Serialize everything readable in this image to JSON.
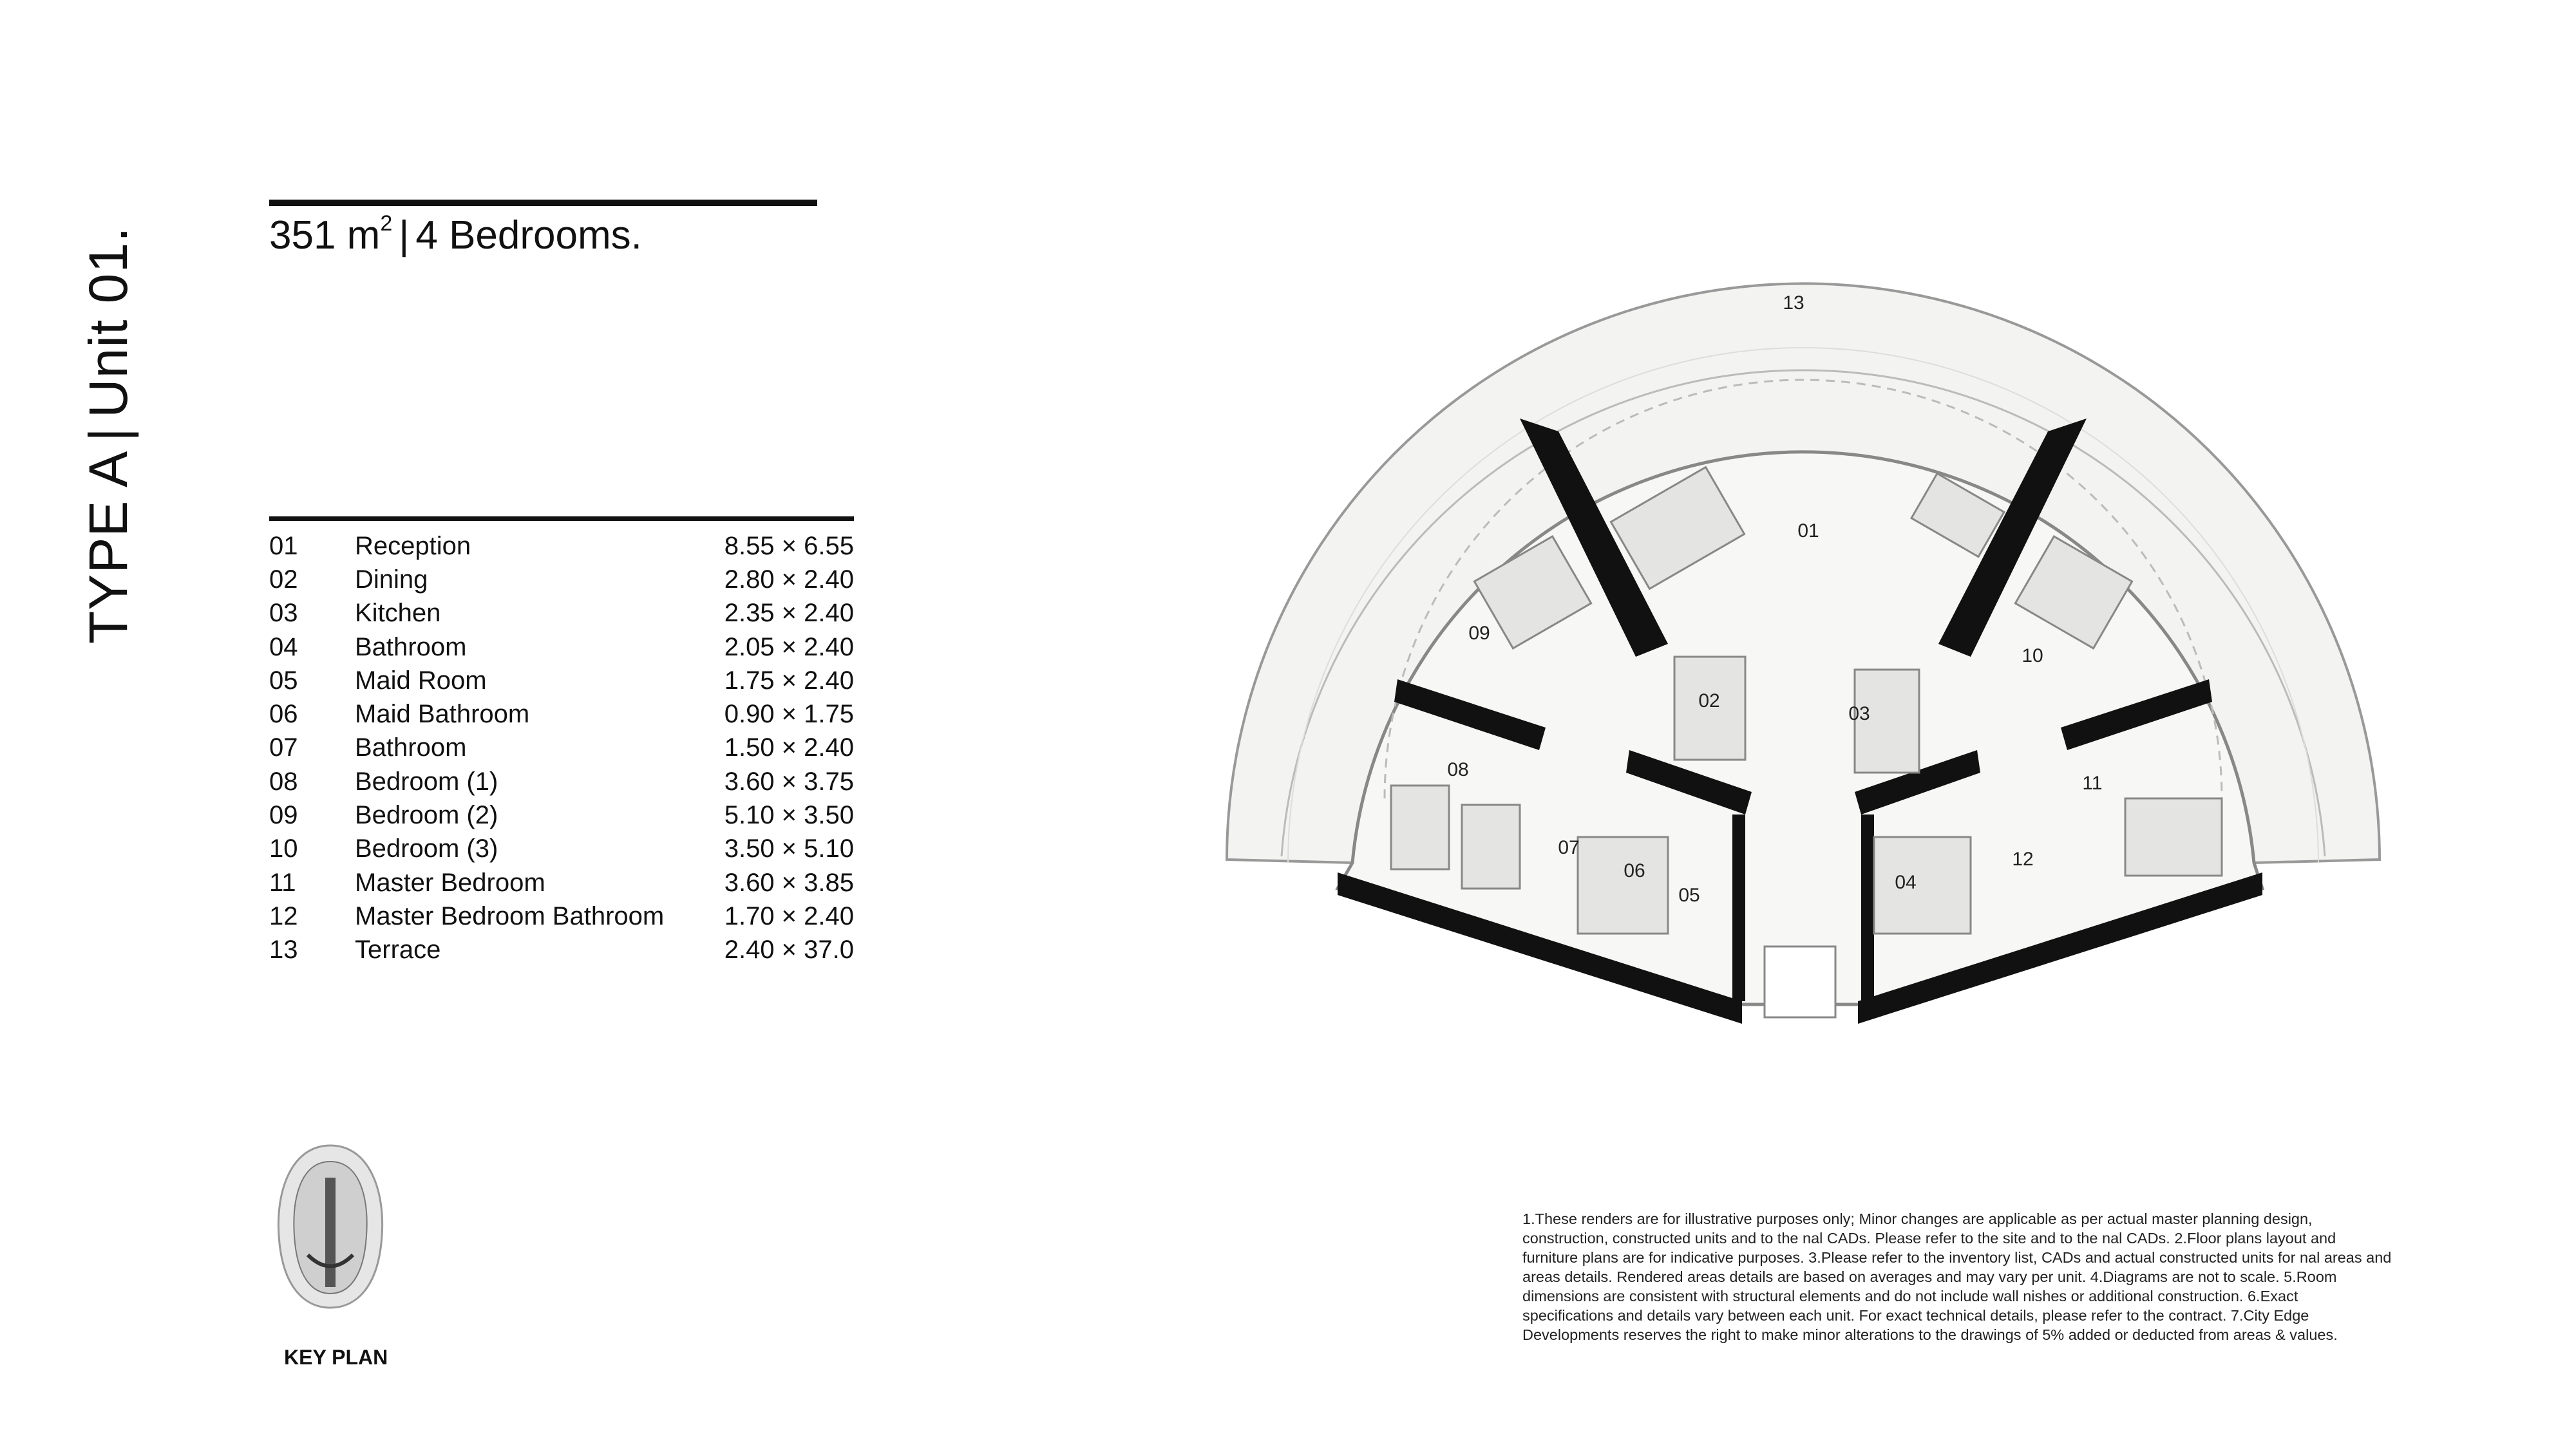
{
  "title": {
    "type": "TYPE A",
    "unit": "Unit 01."
  },
  "summary": {
    "area": "351 m",
    "area_sup": "2",
    "bedrooms": "4 Bedrooms."
  },
  "rooms": [
    {
      "num": "01",
      "name": "Reception",
      "dim": "8.55 × 6.55"
    },
    {
      "num": "02",
      "name": "Dining",
      "dim": "2.80 × 2.40"
    },
    {
      "num": "03",
      "name": "Kitchen",
      "dim": "2.35 × 2.40"
    },
    {
      "num": "04",
      "name": "Bathroom",
      "dim": "2.05 × 2.40"
    },
    {
      "num": "05",
      "name": "Maid Room",
      "dim": "1.75 × 2.40"
    },
    {
      "num": "06",
      "name": "Maid Bathroom",
      "dim": "0.90 × 1.75"
    },
    {
      "num": "07",
      "name": "Bathroom",
      "dim": "1.50 × 2.40"
    },
    {
      "num": "08",
      "name": "Bedroom (1)",
      "dim": "3.60 × 3.75"
    },
    {
      "num": "09",
      "name": "Bedroom (2)",
      "dim": "5.10 × 3.50"
    },
    {
      "num": "10",
      "name": "Bedroom (3)",
      "dim": "3.50 × 5.10"
    },
    {
      "num": "11",
      "name": "Master Bedroom",
      "dim": "3.60 × 3.85"
    },
    {
      "num": "12",
      "name": "Master Bedroom Bathroom",
      "dim": "1.70 × 2.40"
    },
    {
      "num": "13",
      "name": "Terrace",
      "dim": "2.40 × 37.0"
    }
  ],
  "plan_labels": [
    "01",
    "02",
    "03",
    "04",
    "05",
    "06",
    "07",
    "08",
    "09",
    "10",
    "11",
    "12",
    "13"
  ],
  "key_plan_label": "KEY PLAN",
  "disclaimer": "1.These renders are for illustrative purposes only; Minor changes are applicable as per actual master planning design, construction, constructed units and to the nal CADs. Please refer to the site and to the nal CADs. 2.Floor plans layout and furniture plans are for indicative purposes. 3.Please refer to the inventory list, CADs and actual constructed units for nal areas and areas details. Rendered areas details are based on averages and may vary per unit. 4.Diagrams are not to scale. 5.Room dimensions are consistent with structural elements and do not include wall nishes or additional construction. 6.Exact specifications and details vary between each unit. For exact technical details, please refer to the contract. 7.City Edge Developments reserves the right to make minor alterations to the drawings of 5% added or deducted from areas & values.",
  "colors": {
    "text": "#111111",
    "wall": "#111111",
    "floor": "#f1f1ef"
  }
}
